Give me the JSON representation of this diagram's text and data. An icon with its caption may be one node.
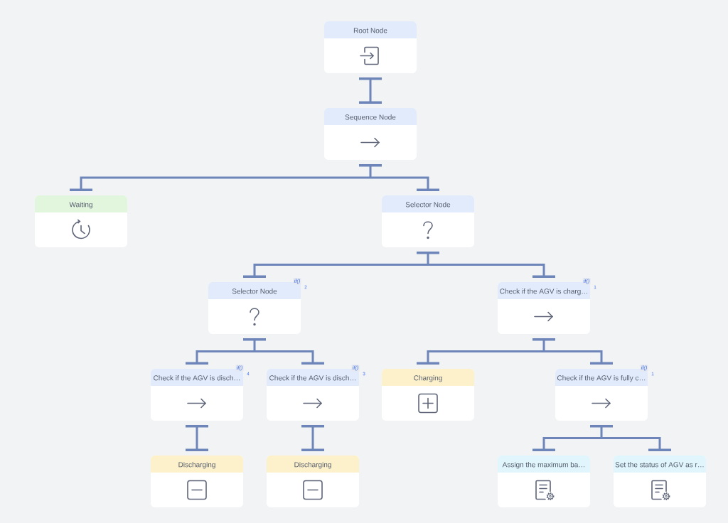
{
  "diagram": {
    "nodes": [
      {
        "text": [
          "Root Node"
        ]
      },
      {
        "text": [
          "Sequence Node"
        ]
      },
      {
        "text": [
          "Waiting"
        ]
      },
      {
        "text": [
          "Selector Node"
        ]
      },
      {
        "text": [
          "Selector Node"
        ],
        "beside": [
          "if()",
          "2"
        ]
      },
      {
        "text": [
          "Check if the AGV is charg…"
        ],
        "beside": [
          "if()",
          "1"
        ]
      },
      {
        "text": [
          "Check if the AGV is disch…"
        ],
        "beside": [
          "if()",
          "4"
        ]
      },
      {
        "text": [
          "Check if the AGV is disch…"
        ],
        "beside": [
          "if()",
          "3"
        ]
      },
      {
        "text": [
          "Charging"
        ]
      },
      {
        "text": [
          "Check if the AGV is fully c…"
        ],
        "beside": [
          "if()",
          "1"
        ]
      },
      {
        "text": [
          "Discharging"
        ]
      },
      {
        "text": [
          "Discharging"
        ]
      },
      {
        "text": [
          "Assign the maximum ba…"
        ]
      },
      {
        "text": [
          "Set the status of AGV as r…"
        ]
      }
    ],
    "edges": [
      {
        "from": 0,
        "to": 1,
        "arrow": "other"
      },
      {
        "from": 1,
        "to": 2,
        "arrow": "other"
      },
      {
        "from": 1,
        "to": 3,
        "arrow": "other"
      },
      {
        "from": 3,
        "to": 4,
        "arrow": "other"
      },
      {
        "from": 3,
        "to": 5,
        "arrow": "other"
      },
      {
        "from": 4,
        "to": 6,
        "arrow": "other"
      },
      {
        "from": 4,
        "to": 7,
        "arrow": "other"
      },
      {
        "from": 5,
        "to": 8,
        "arrow": "other"
      },
      {
        "from": 5,
        "to": 9,
        "arrow": "other"
      },
      {
        "from": 6,
        "to": 10,
        "arrow": "other"
      },
      {
        "from": 7,
        "to": 11,
        "arrow": "other"
      },
      {
        "from": 9,
        "to": 12,
        "arrow": "other"
      },
      {
        "from": 9,
        "to": 13,
        "arrow": "other"
      }
    ]
  }
}
